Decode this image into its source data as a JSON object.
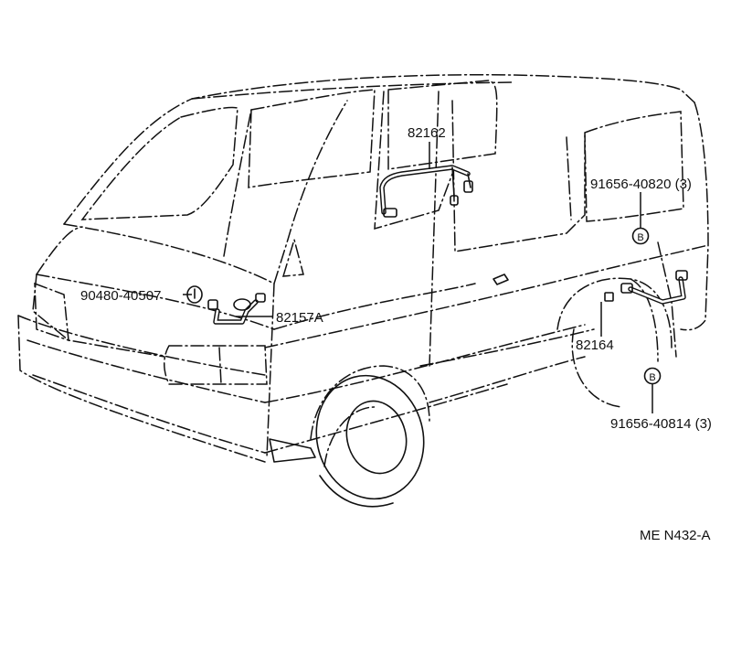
{
  "parts": {
    "wire_upper": "82162",
    "bolt_upper": "91656-40820 (3)",
    "grommet": "90480-40507",
    "wire_front": "82157A",
    "wire_rear": "82164",
    "bolt_lower": "91656-40814 (3)"
  },
  "callout_marker": "B",
  "figure_code": "ME N432-A"
}
